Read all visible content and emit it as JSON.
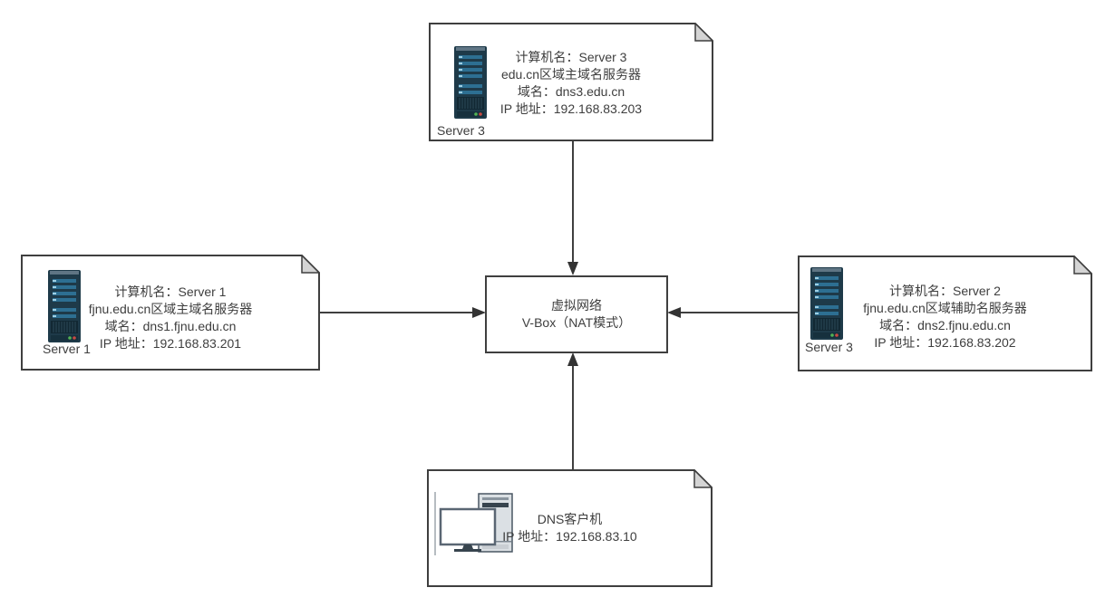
{
  "center_box": {
    "line1": "虚拟网络",
    "line2": "V-Box（NAT模式）"
  },
  "nodes": {
    "top": {
      "caption": "Server 3",
      "lines": [
        "计算机名：Server 3",
        "edu.cn区域主域名服务器",
        "域名：dns3.edu.cn",
        "IP 地址：192.168.83.203"
      ]
    },
    "left": {
      "caption": "Server 1",
      "lines": [
        "计算机名：Server 1",
        "fjnu.edu.cn区域主域名服务器",
        "域名：dns1.fjnu.edu.cn",
        "IP 地址：192.168.83.201"
      ]
    },
    "right": {
      "caption": "Server 3",
      "lines": [
        "计算机名：Server 2",
        "fjnu.edu.cn区域辅助名服务器",
        "域名：dns2.fjnu.edu.cn",
        "IP 地址：192.168.83.202"
      ]
    },
    "bottom": {
      "lines": [
        "DNS客户机",
        "IP 地址：192.168.83.10"
      ]
    }
  },
  "icons": {
    "server": "server-tower-icon",
    "client": "desktop-computer-icon"
  },
  "colors": {
    "outline": "#3f3f3f",
    "fold_fill": "#d4d4d4",
    "text": "#3e3e3e",
    "server_body": "#1e3a49",
    "server_bar": "#2d6f92",
    "server_bar_tick": "#9fcfe3",
    "server_vent": "#122833",
    "led_green": "#54b354",
    "led_red": "#c84a42",
    "client_tower": "#dbe0e4",
    "client_dark": "#37444e",
    "client_dot": "#3b82c4",
    "background": "#ffffff"
  }
}
